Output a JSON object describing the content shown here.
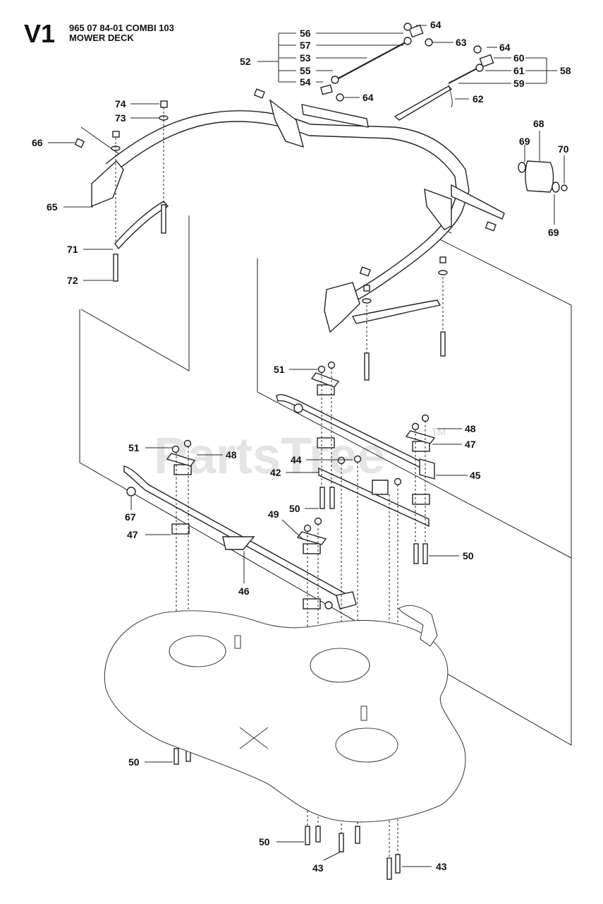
{
  "header": {
    "section": "V1",
    "line1": "965 07 84-01 COMBI 103",
    "line2": "MOWER DECK"
  },
  "watermark": {
    "text": "PartsTree",
    "tm": "TM"
  },
  "callouts": [
    "56",
    "57",
    "53",
    "55",
    "54",
    "52",
    "64",
    "63",
    "64",
    "60",
    "61",
    "58",
    "59",
    "62",
    "64",
    "74",
    "73",
    "66",
    "65",
    "71",
    "72",
    "68",
    "69",
    "70",
    "69",
    "51",
    "48",
    "47",
    "51",
    "48",
    "44",
    "42",
    "45",
    "67",
    "47",
    "50",
    "49",
    "46",
    "50",
    "50",
    "50",
    "43",
    "43"
  ]
}
